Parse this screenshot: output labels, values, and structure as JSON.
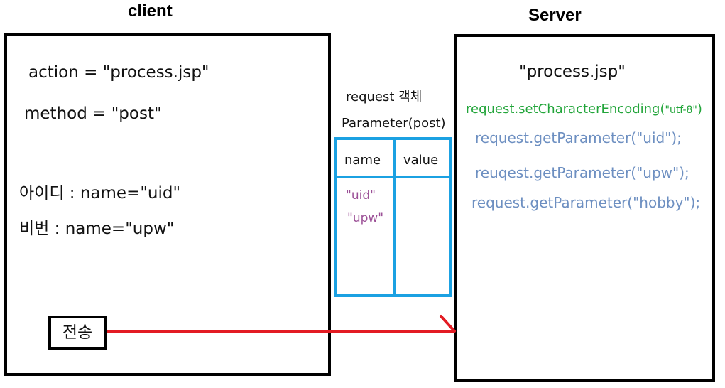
{
  "diagram": {
    "client_title": "client",
    "server_title": "Server",
    "client": {
      "action_text": "action = \"process.jsp\"",
      "method_text": "method = \"post\"",
      "uid_field_text": "아이디 : name=\"uid\"",
      "upw_field_text": "비번 : name=\"upw\"",
      "submit_label": "전송"
    },
    "request": {
      "title": "request 객체",
      "subtitle": "Parameter(post)",
      "columns": [
        "name",
        "value"
      ],
      "names": [
        "\"uid\"",
        "\"upw\""
      ]
    },
    "server": {
      "file_name": "\"process.jsp\"",
      "set_encoding_main": "request.setCharacterEncoding(",
      "set_encoding_arg": "\"utf-8\"",
      "set_encoding_close": ")",
      "code_lines": [
        "request.getParameter(\"uid\");",
        "reuqest.getParameter(\"upw\");",
        "request.getParameter(\"hobby\");"
      ]
    },
    "colors": {
      "border": "#000000",
      "table_blue": "#1ba1e2",
      "param_purple": "#9b4f96",
      "green_code": "#22a53a",
      "blue_code": "#6d8fc1",
      "arrow_red": "#e31b23"
    }
  }
}
